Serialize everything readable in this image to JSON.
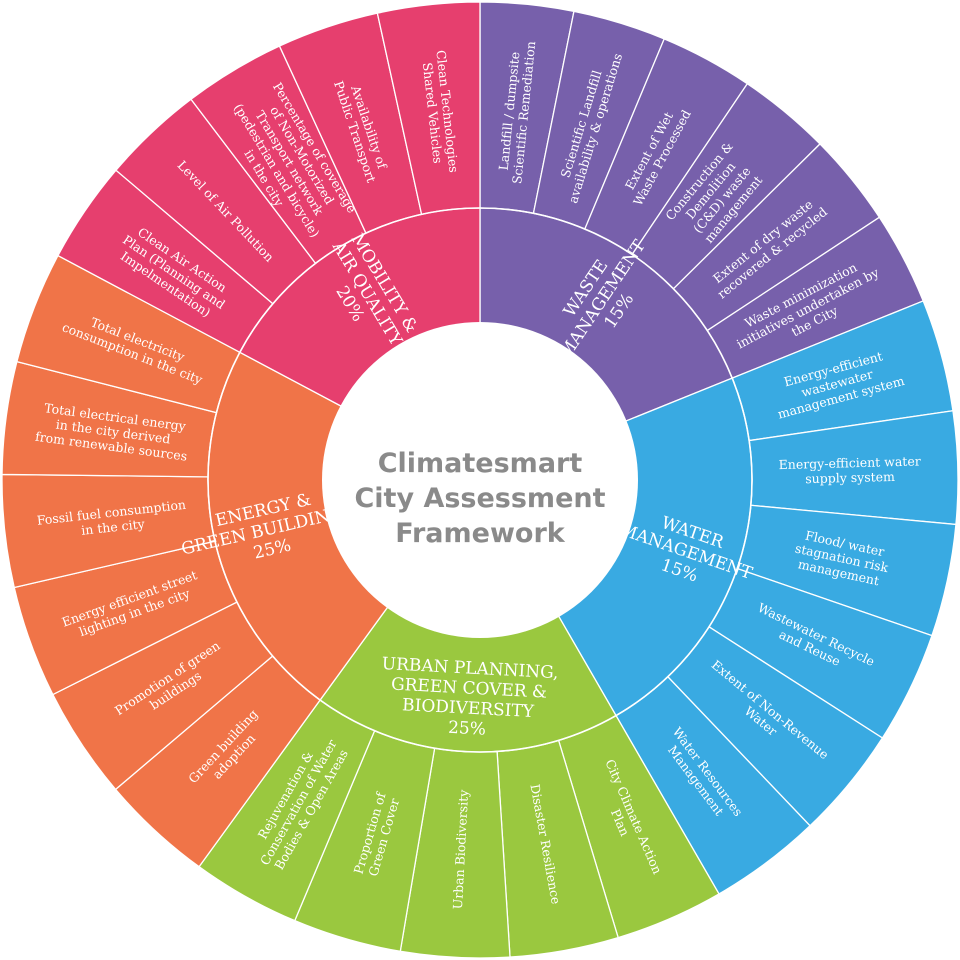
{
  "title_lines": [
    "Climatesmart",
    "City Assessment",
    "Framework"
  ],
  "colors": {
    "mobility": "#e63f6e",
    "waste": "#7760ab",
    "water": "#39aae2",
    "urban": "#9ac83f",
    "energy": "#f07448",
    "center": "#ffffff",
    "divider": "#ffffff",
    "title": "#8a8a8a"
  },
  "categories": [
    {
      "key": "waste",
      "name_lines": [
        "WASTE",
        "MANAGEMENT",
        "15%"
      ],
      "indicators": [
        [
          "Landfill / dumpsite",
          "Scientific Remediation"
        ],
        [
          "Scientific Landfill",
          "availability & operations"
        ],
        [
          "Extent of Wet",
          "Waste Processed"
        ],
        [
          "Construction &",
          "Demolition",
          "(C&D) waste",
          "management"
        ],
        [
          "Extent of dry waste",
          "recovered & recycled"
        ],
        [
          "Waste minimization",
          "initiatives undertaken by",
          "the City"
        ]
      ]
    },
    {
      "key": "water",
      "name_lines": [
        "WATER",
        "MANAGEMENT",
        "15%"
      ],
      "indicators": [
        [
          "Energy-efficient",
          "wastewater",
          "management system"
        ],
        [
          "Energy-efficient water",
          "supply system"
        ],
        [
          "Flood/ water",
          "stagnation risk",
          "management"
        ],
        [
          "Wastewater Recycle",
          "and Reuse"
        ],
        [
          "Extent of Non-Revenue",
          "Water"
        ],
        [
          "Water Resources",
          "Management"
        ]
      ]
    },
    {
      "key": "urban",
      "name_lines": [
        "URBAN PLANNING,",
        "GREEN COVER &",
        "BIODIVERSITY",
        "25%"
      ],
      "indicators": [
        [
          "City Climate Action",
          "Plan"
        ],
        [
          "Disaster Resilience"
        ],
        [
          "Urban Biodiversity"
        ],
        [
          "Proportion of",
          "Green Cover"
        ],
        [
          "Rejuvenation &",
          "Conservation of Water",
          "Bodies & Open Areas"
        ]
      ]
    },
    {
      "key": "energy",
      "name_lines": [
        "ENERGY &",
        "GREEN BUILDINGS",
        "25%"
      ],
      "indicators": [
        [
          "Green building",
          "adoption"
        ],
        [
          "Promotion of green",
          "buildings"
        ],
        [
          "Energy efficient street",
          "lighting in the city"
        ],
        [
          "Fossil fuel consumption",
          "in the city"
        ],
        [
          "Total electrical energy",
          "in the city derived",
          "from renewable sources"
        ],
        [
          "Total electricity",
          "consumption in the city"
        ]
      ]
    },
    {
      "key": "mobility",
      "name_lines": [
        "MOBILITY &",
        "AIR QUALITY",
        "20%"
      ],
      "indicators": [
        [
          "Clean Air Action",
          "Plan (Planning and",
          "Impelmentation)"
        ],
        [
          "Level of Air Pollution"
        ],
        [
          "Percentage of coverage",
          "of Non-Motorized",
          "Transport network",
          "(pedestrian and bicycle)",
          "in the city"
        ],
        [
          "Availability of",
          "Public Transport"
        ],
        [
          "Clean Technologies",
          "Shared Vehicles"
        ]
      ]
    }
  ]
}
